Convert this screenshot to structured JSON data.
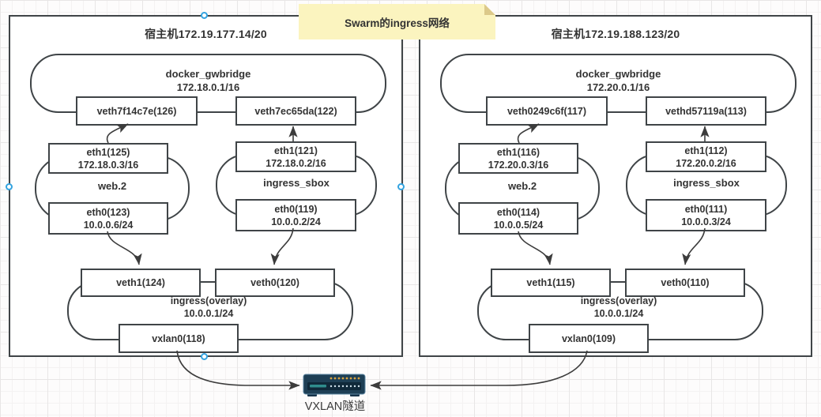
{
  "note": {
    "text": "Swarm的ingress网络"
  },
  "tunnel": {
    "label": "VXLAN隧道"
  },
  "hosts": [
    {
      "title": "宿主机172.19.177.14/20",
      "bridge": {
        "name": "docker_gwbridge",
        "ip": "172.18.0.1/16"
      },
      "bridge_veths": [
        "veth7f14c7e(126)",
        "veth7ec65da(122)"
      ],
      "containers": [
        {
          "name": "web.2",
          "eth1": "eth1(125)",
          "eth1_ip": "172.18.0.3/16",
          "eth0": "eth0(123)",
          "eth0_ip": "10.0.0.6/24"
        },
        {
          "name": "ingress_sbox",
          "eth1": "eth1(121)",
          "eth1_ip": "172.18.0.2/16",
          "eth0": "eth0(119)",
          "eth0_ip": "10.0.0.2/24"
        }
      ],
      "overlay": {
        "name": "ingress(overlay)",
        "ip": "10.0.0.1/24",
        "veth1": "veth1(124)",
        "veth0": "veth0(120)",
        "vxlan": "vxlan0(118)"
      }
    },
    {
      "title": "宿主机172.19.188.123/20",
      "bridge": {
        "name": "docker_gwbridge",
        "ip": "172.20.0.1/16"
      },
      "bridge_veths": [
        "veth0249c6f(117)",
        "vethd57119a(113)"
      ],
      "containers": [
        {
          "name": "web.2",
          "eth1": "eth1(116)",
          "eth1_ip": "172.20.0.3/16",
          "eth0": "eth0(114)",
          "eth0_ip": "10.0.0.5/24"
        },
        {
          "name": "ingress_sbox",
          "eth1": "eth1(112)",
          "eth1_ip": "172.20.0.2/16",
          "eth0": "eth0(111)",
          "eth0_ip": "10.0.0.3/24"
        }
      ],
      "overlay": {
        "name": "ingress(overlay)",
        "ip": "10.0.0.1/24",
        "veth1": "veth1(115)",
        "veth0": "veth0(110)",
        "vxlan": "vxlan0(109)"
      }
    }
  ],
  "colors": {
    "shape_border": "#3f4447",
    "arrow": "#3c3c3c",
    "note_bg": "#fbf4bf",
    "note_fold": "#dcc98a",
    "handle_blue": "#33a3e0",
    "device_body": "#1e3f55",
    "device_ports_amber": "#d9a441"
  }
}
